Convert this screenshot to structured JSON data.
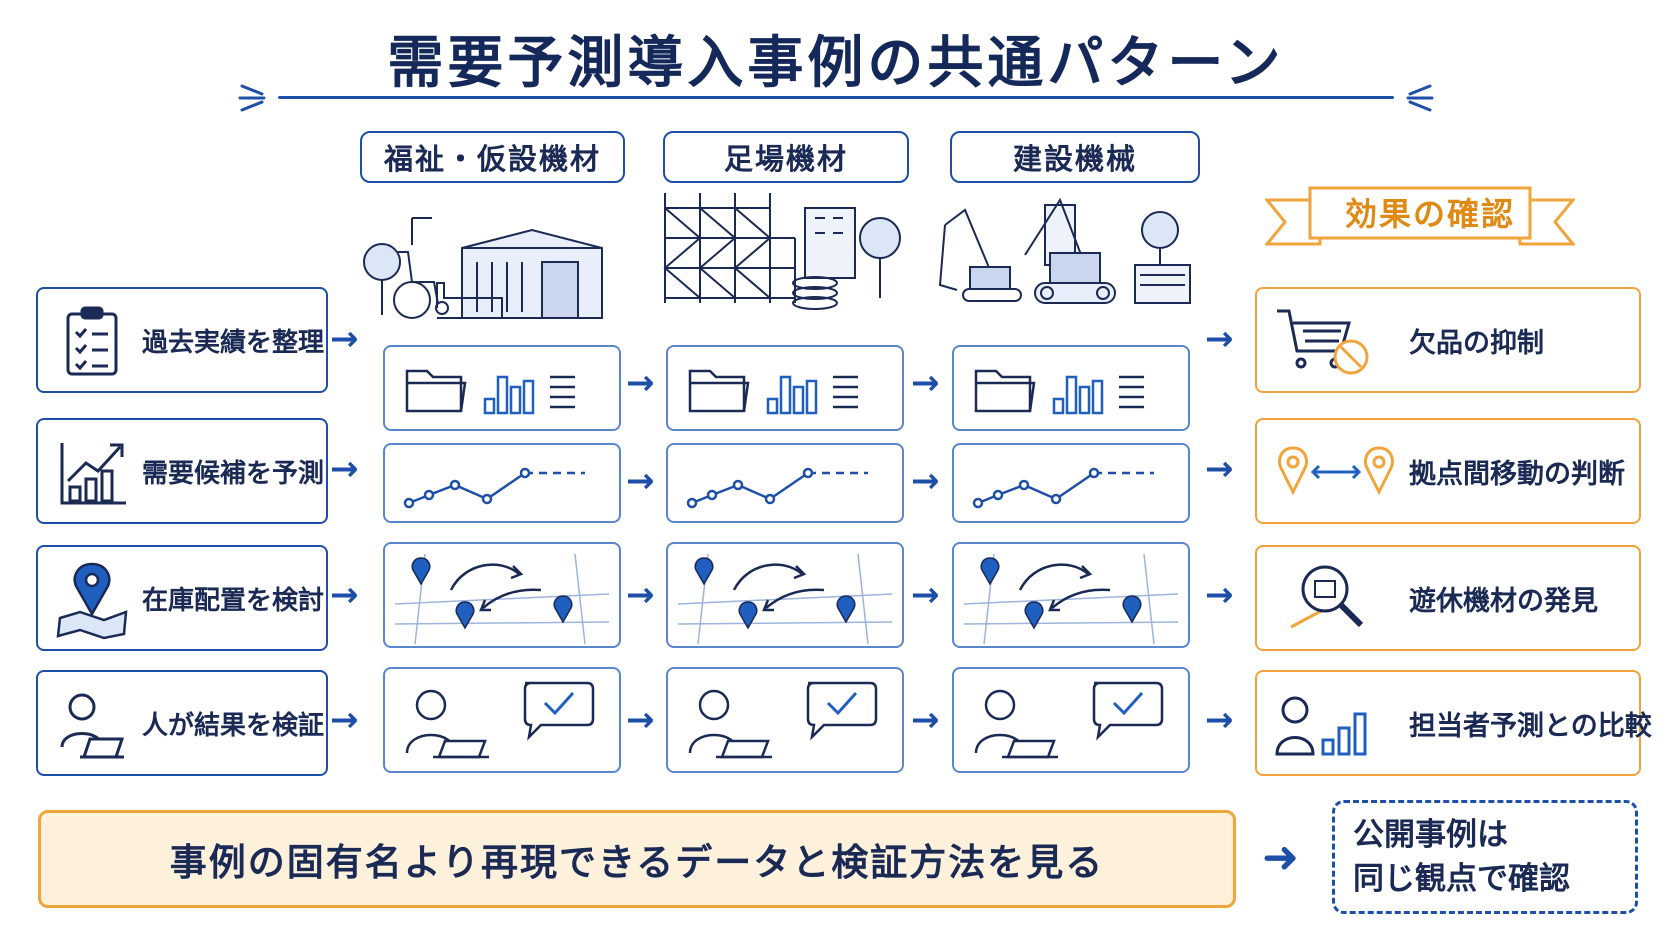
{
  "title": "需要予測導入事例の共通パターン",
  "columns": [
    "福祉・仮設機材",
    "足場機材",
    "建設機械"
  ],
  "effect_header": "効果の確認",
  "steps": [
    {
      "label": "過去実績を整理",
      "icon": "clipboard-checklist-icon"
    },
    {
      "label": "需要候補を予測",
      "icon": "trend-chart-icon"
    },
    {
      "label": "在庫配置を検討",
      "icon": "map-pin-icon"
    },
    {
      "label": "人が結果を検証",
      "icon": "person-laptop-icon"
    }
  ],
  "effects": [
    {
      "label": "欠品の抑制",
      "icon": "cart-block-icon"
    },
    {
      "label": "拠点間移動の判断",
      "icon": "location-transfer-icon"
    },
    {
      "label": "遊休機材の発見",
      "icon": "magnifier-icon"
    },
    {
      "label": "担当者予測との比較",
      "icon": "person-chart-icon"
    }
  ],
  "bottom_message": "事例の固有名より再現できるデータと検証方法を見る",
  "public_cases_line1": "公開事例は",
  "public_cases_line2": "同じ観点で確認",
  "colors": {
    "blue": "#1e4fa8",
    "orange": "#f0a43a",
    "cream": "#fdf1dc",
    "navy": "#1a2a55"
  }
}
